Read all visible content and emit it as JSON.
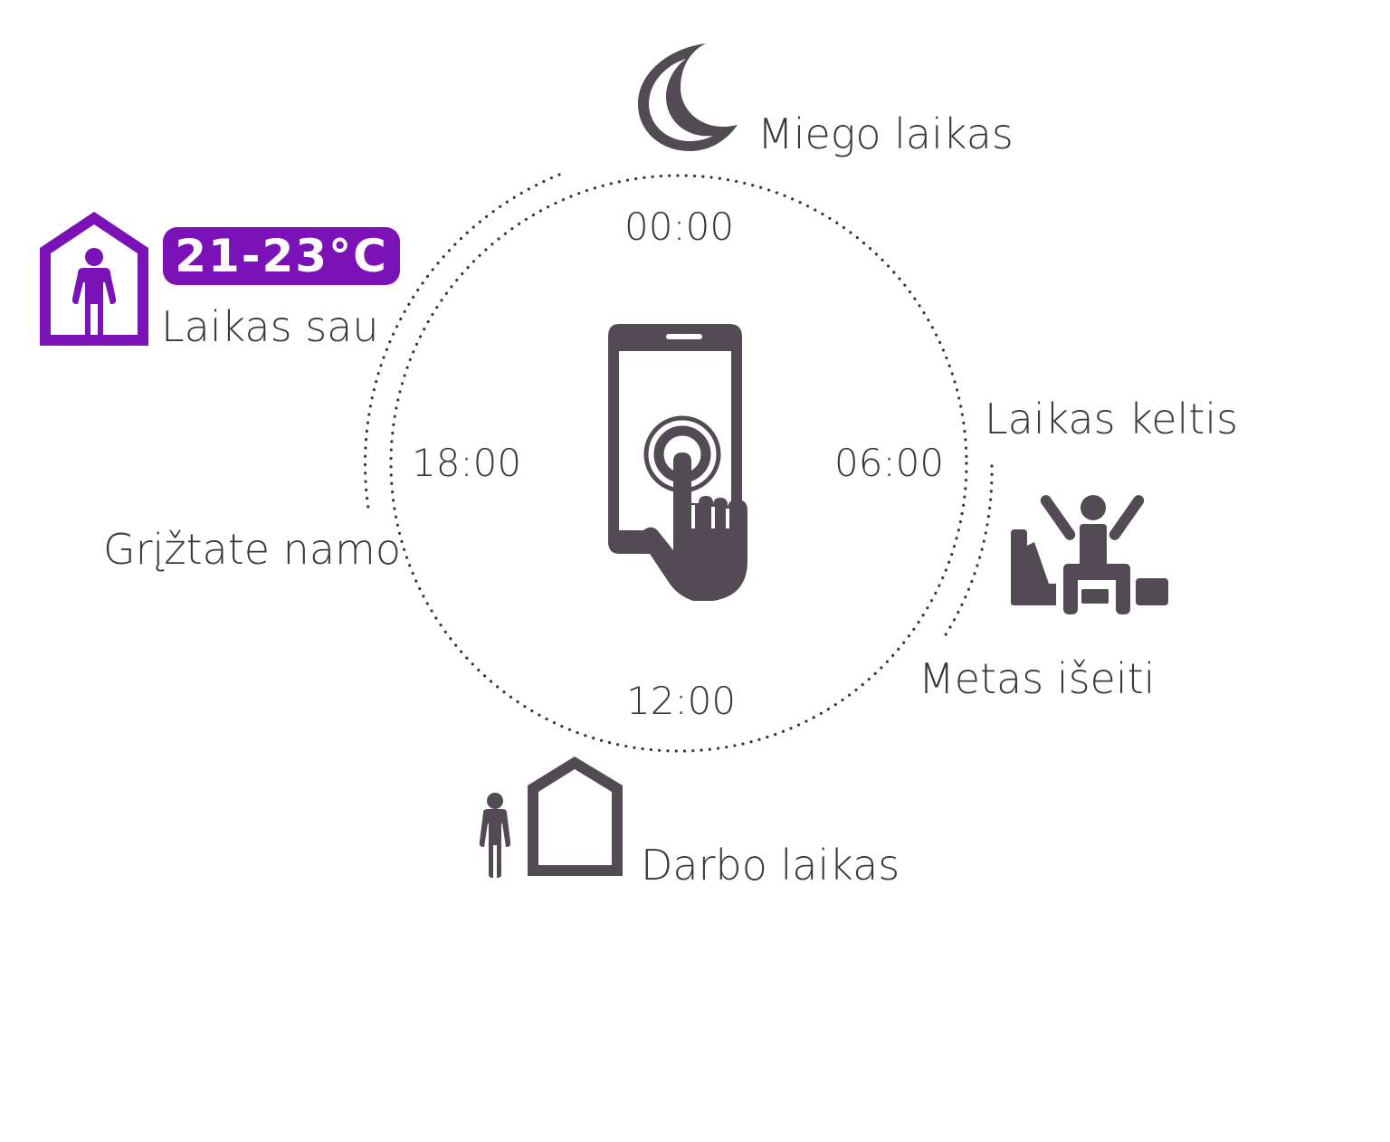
{
  "colors": {
    "icon": "#524b54",
    "accent": "#7a12b8",
    "text": "#3b3739",
    "dots": "#3b3739"
  },
  "clock": {
    "times": {
      "top": "00:00",
      "right": "06:00",
      "bottom": "12:00",
      "left": "18:00"
    }
  },
  "phases": {
    "sleep": {
      "label": "Miego laikas",
      "icon": "moon-icon"
    },
    "wake": {
      "label": "Laikas keltis",
      "icon": "waking-person-icon"
    },
    "leave": {
      "label": "Metas išeiti"
    },
    "work": {
      "label": "Darbo laikas",
      "icon": "person-outside-house-icon"
    },
    "return": {
      "label": "Grįžtate namo"
    },
    "self": {
      "label": "Laikas sau",
      "icon": "person-in-house-icon",
      "temperature": "21-23°C"
    }
  },
  "center": {
    "icon": "smartphone-touch-icon"
  }
}
